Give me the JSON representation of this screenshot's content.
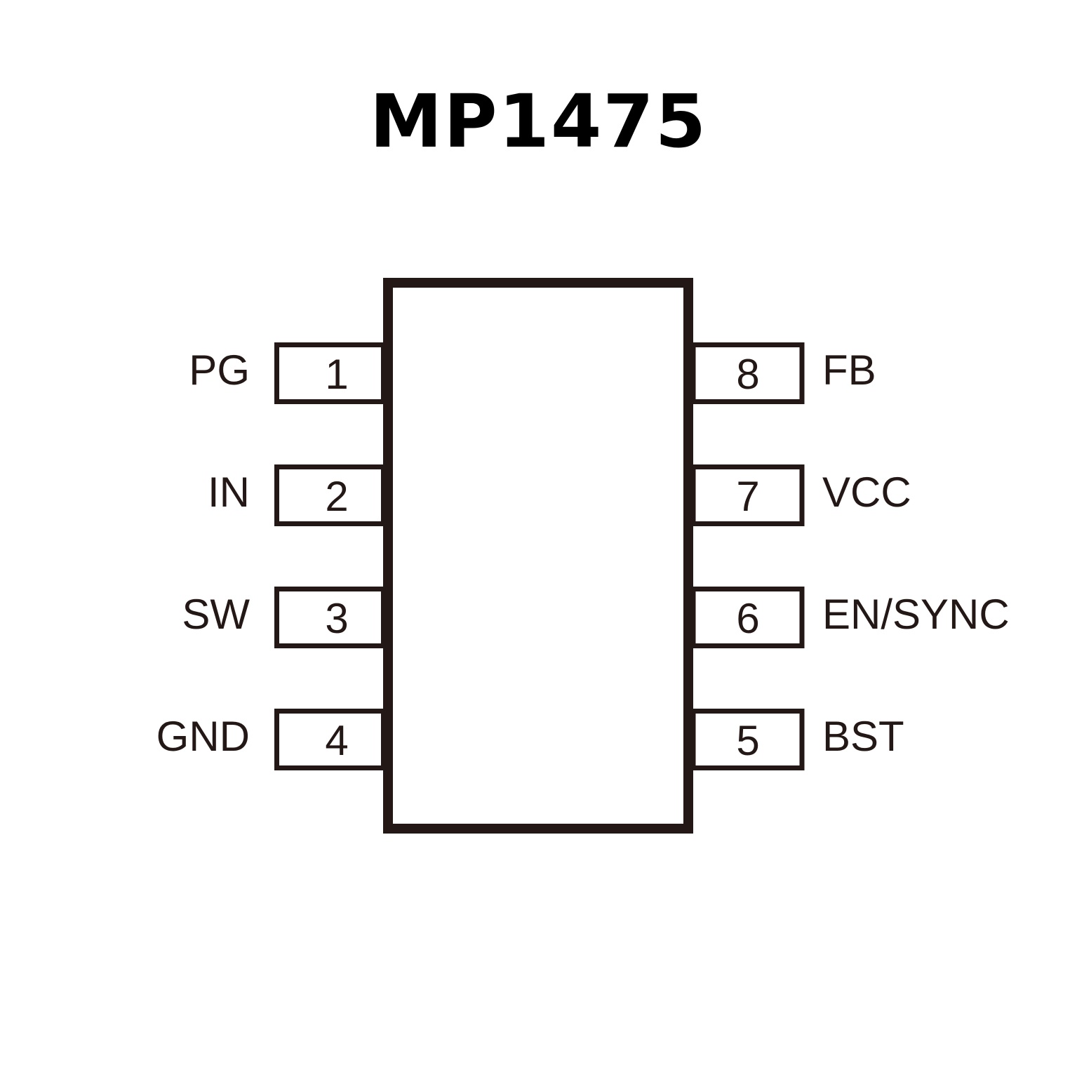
{
  "title": "MP1475",
  "colors": {
    "stroke": "#231815",
    "title": "#000000",
    "background": "#ffffff"
  },
  "pins": [
    {
      "number": "1",
      "name": "PG",
      "side": "left"
    },
    {
      "number": "2",
      "name": "IN",
      "side": "left"
    },
    {
      "number": "3",
      "name": "SW",
      "side": "left"
    },
    {
      "number": "4",
      "name": "GND",
      "side": "left"
    },
    {
      "number": "8",
      "name": "FB",
      "side": "right"
    },
    {
      "number": "7",
      "name": "VCC",
      "side": "right"
    },
    {
      "number": "6",
      "name": "EN/SYNC",
      "side": "right"
    },
    {
      "number": "5",
      "name": "BST",
      "side": "right"
    }
  ]
}
